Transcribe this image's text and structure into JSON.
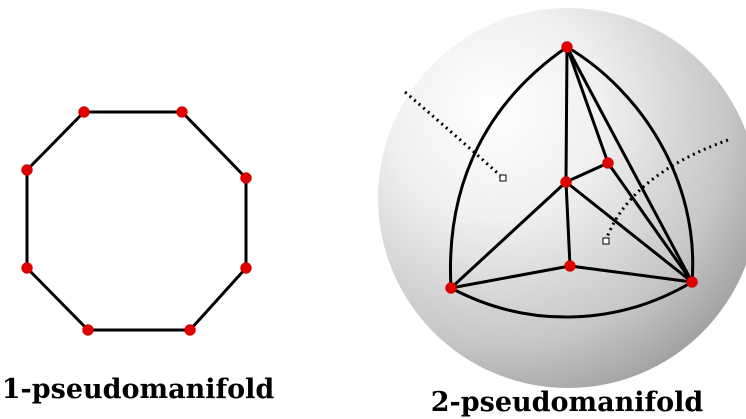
{
  "captions": {
    "left": "1-pseudomanifold",
    "right": "2-pseudomanifold"
  },
  "colors": {
    "vertex": "#e00000",
    "edge": "#000000",
    "sphere_light": "#ffffff",
    "sphere_dark": "#9a9a9a",
    "background": "#ffffff"
  },
  "left_figure": {
    "shape": "octagon",
    "vertex_count": 8,
    "edge_count": 8
  },
  "right_figure": {
    "shape": "tetrahedral subdivision drawn on a shaded sphere",
    "vertex_count": 6,
    "dual_marker_count": 2
  }
}
